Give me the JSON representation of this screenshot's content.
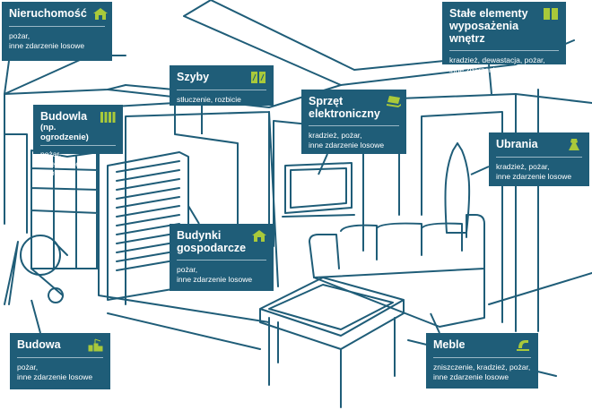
{
  "callouts": {
    "nieruchomosc": {
      "title": "Nieruchomość",
      "desc": "pożar,\ninne zdarzenie losowe",
      "icon": "house-icon"
    },
    "stale": {
      "title": "Stałe elementy\nwyposażenia wnętrz",
      "desc": "kradzież, dewastacja, pożar,\ninne zdarzenie losowe",
      "icon": "window-panes-icon"
    },
    "szyby": {
      "title": "Szyby",
      "desc": "stłuczenie, rozbicie",
      "icon": "glass-pane-icon"
    },
    "budowla": {
      "title": "Budowla",
      "subtitle": "(np. ogrodzenie)",
      "desc": "pożar,\ninne zdarzenie losowe",
      "icon": "fence-icon"
    },
    "sprzet": {
      "title": "Sprzęt\nelektroniczny",
      "desc": "kradzież, pożar,\ninne zdarzenie losowe",
      "icon": "laptop-icon"
    },
    "ubrania": {
      "title": "Ubrania",
      "desc": "kradzież, pożar,\ninne zdarzenie losowe",
      "icon": "dress-icon"
    },
    "budynki": {
      "title": "Budynki\ngospodarcze",
      "desc": "pożar,\ninne zdarzenie losowe",
      "icon": "house-icon"
    },
    "budowa": {
      "title": "Budowa",
      "desc": "pożar,\ninne zdarzenie losowe",
      "icon": "construction-icon"
    },
    "meble": {
      "title": "Meble",
      "desc": "zniszczenie, kradzież, pożar,\ninne zdarzenie losowe",
      "icon": "sofa-icon"
    }
  },
  "colors": {
    "box": "#1f5d78",
    "line": "#1f5d78",
    "icon": "#a9c93a"
  }
}
